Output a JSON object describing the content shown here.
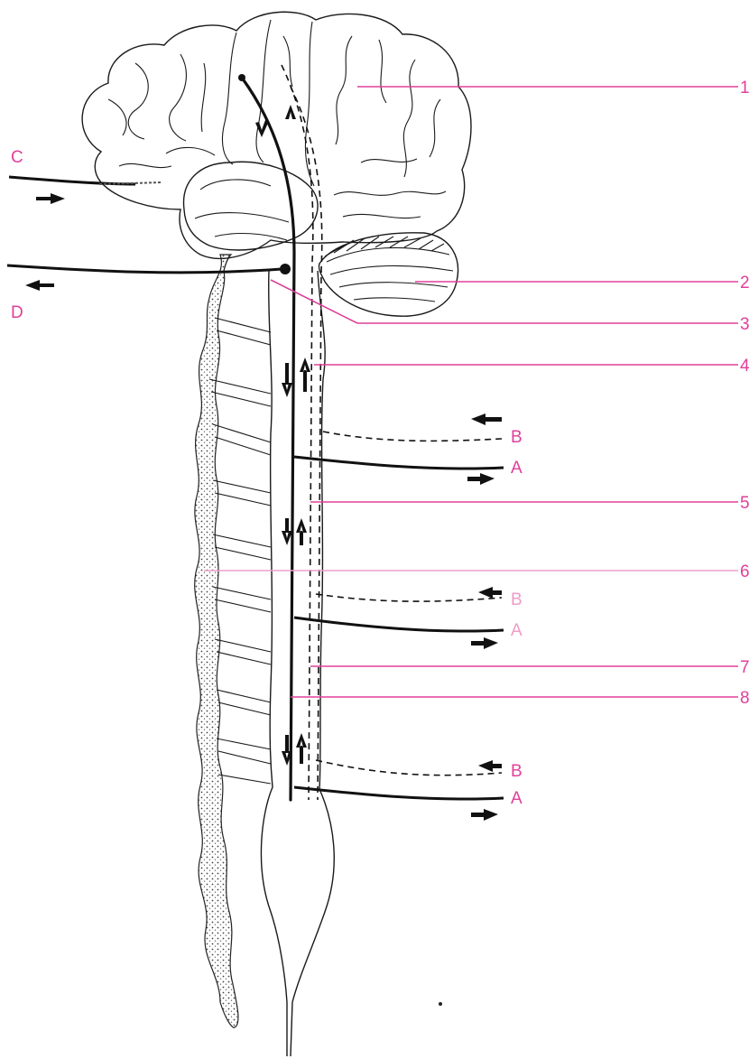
{
  "diagram": {
    "side_labels": {
      "c": "C",
      "d": "D"
    },
    "number_labels": [
      "1",
      "2",
      "3",
      "4",
      "5",
      "6",
      "7",
      "8"
    ],
    "spinal_nerve_pairs": [
      {
        "motor": "A",
        "sensory": "B"
      },
      {
        "motor": "A",
        "sensory": "B"
      },
      {
        "motor": "A",
        "sensory": "B"
      }
    ],
    "colors": {
      "label": "#e0409a",
      "label_faint": "#ee9cc6",
      "pathway": "#111111",
      "background": "#ffffff"
    }
  }
}
